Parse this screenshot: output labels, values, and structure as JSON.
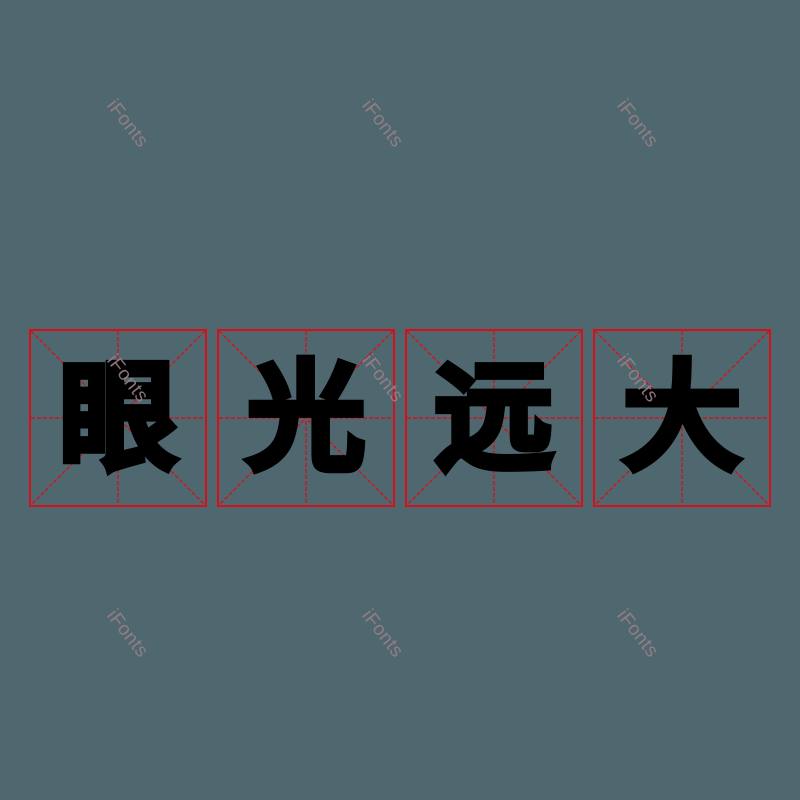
{
  "title": {
    "characters": [
      "眼",
      "光",
      "远",
      "大"
    ],
    "text": "眼光远大"
  },
  "grid": {
    "style": "mi-zi-ge",
    "line_color": "#d4111b"
  },
  "colors": {
    "background": "#4f6870",
    "glyph": "#000000",
    "watermark": "#9a7f86"
  },
  "watermarks": [
    {
      "text": "iFonts"
    },
    {
      "text": "iFonts"
    },
    {
      "text": "iFonts"
    },
    {
      "text": "iFonts"
    },
    {
      "text": "iFonts"
    },
    {
      "text": "iFonts"
    },
    {
      "text": "iFonts"
    },
    {
      "text": "iFonts"
    },
    {
      "text": "iFonts"
    }
  ]
}
